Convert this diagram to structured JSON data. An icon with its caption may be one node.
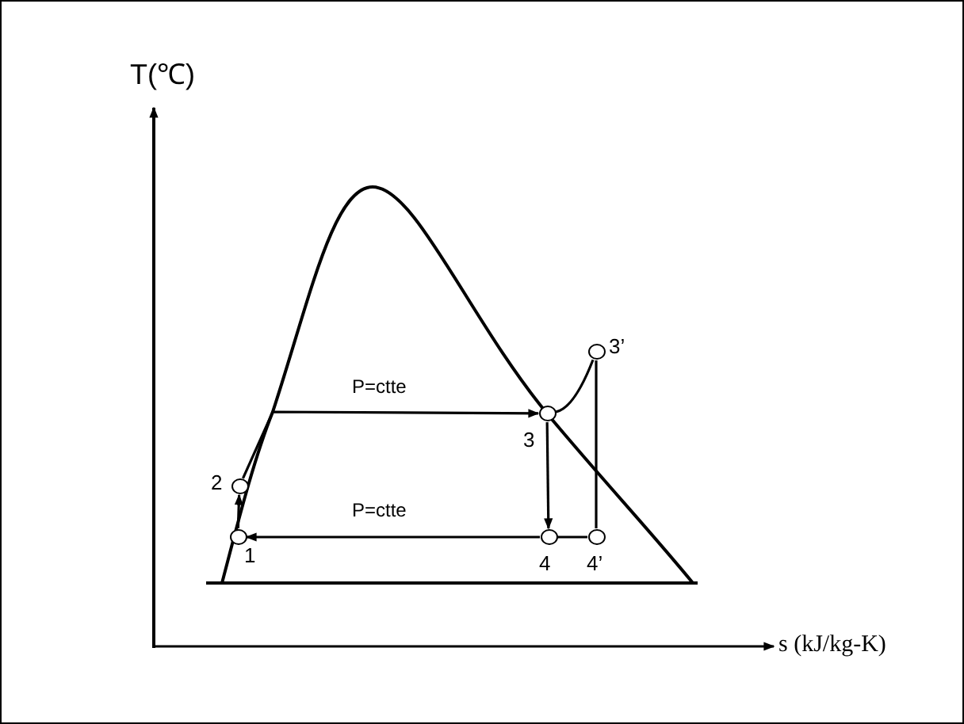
{
  "diagram": {
    "nodes": [
      {
        "text": [],
        "shape": "circle",
        "beside": [
          "1"
        ]
      },
      {
        "text": [],
        "shape": "circle",
        "beside": [
          "2"
        ]
      },
      {
        "text": [],
        "shape": "circle",
        "beside": [
          "3"
        ]
      },
      {
        "text": [],
        "shape": "circle",
        "beside": [
          "3’"
        ]
      },
      {
        "text": [],
        "shape": "circle",
        "beside": [
          "4"
        ]
      },
      {
        "text": [],
        "shape": "circle",
        "beside": [
          "4’"
        ]
      }
    ],
    "edges": [
      {
        "from": 0,
        "to": 1,
        "arrow": "to"
      },
      {
        "from": 1,
        "to": 2,
        "arrow": "to",
        "label": "P=ctte"
      },
      {
        "from": 2,
        "to": 4,
        "arrow": "to"
      },
      {
        "from": 4,
        "to": 0,
        "arrow": "to",
        "label": "P=ctte"
      },
      {
        "from": 2,
        "to": 3,
        "arrow": "none"
      },
      {
        "from": 3,
        "to": 5,
        "arrow": "none"
      },
      {
        "from": 5,
        "to": 4,
        "arrow": "none"
      }
    ],
    "labels": [
      "T(℃)",
      "s (kJ/kg-K)"
    ]
  }
}
